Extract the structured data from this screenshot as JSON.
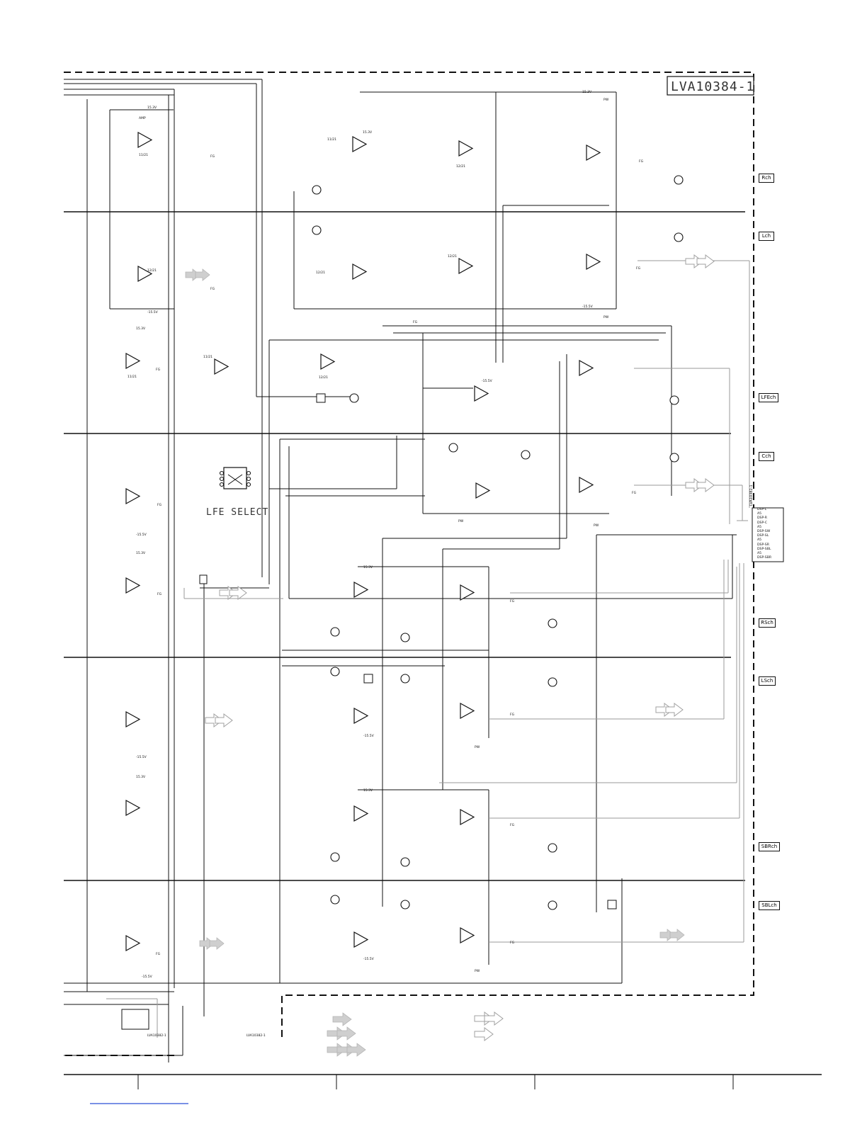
{
  "board_label": "LVA10384-1",
  "lfe_select_label": "LFE SELECT",
  "channels": [
    "Rch",
    "Lch",
    "LFEch",
    "Cch",
    "RSch",
    "LSch",
    "SBRch",
    "SBLch"
  ],
  "connector_pins": [
    "DSP-L",
    "A5",
    "DSP-R",
    "DSP-C",
    "A5",
    "DSP-SW",
    "DSP-SL",
    "A5",
    "DSP-SR",
    "DSP-SBL",
    "A5",
    "DSP-SBR"
  ],
  "connector_ref": "LVA10382-1",
  "rails": {
    "pos": "15.3V",
    "neg": "-15.5V"
  },
  "opamp_tags": [
    "AMP",
    "11/21",
    "12/21"
  ],
  "component_tags": [
    "FG",
    "PW"
  ]
}
